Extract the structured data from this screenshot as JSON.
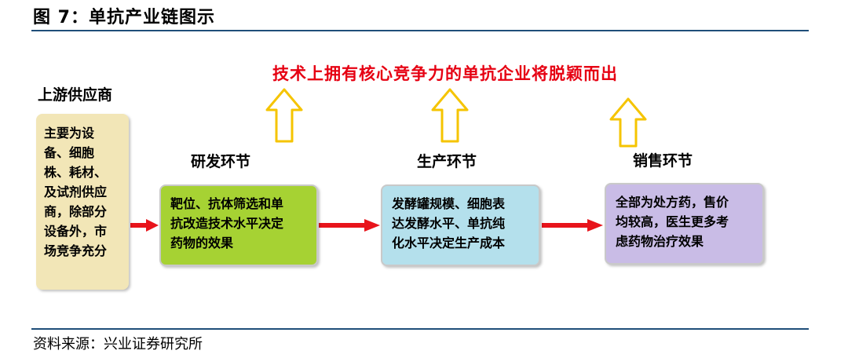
{
  "figure": {
    "title": "图 7：单抗产业链图示"
  },
  "headline": "技术上拥有核心竞争力的单抗企业将脱颖而出",
  "upstream": {
    "label": "上游供应商",
    "lines": [
      "主要为设",
      "备、细胞",
      "株、耗材、",
      "及试剂供应",
      "商，除部分",
      "设备外，市",
      "场竞争充分"
    ]
  },
  "rd": {
    "label": "研发环节",
    "lines": [
      "靶位、抗体筛选和单",
      "抗改造技术水平决定",
      "药物的效果"
    ]
  },
  "production": {
    "label": "生产环节",
    "lines": [
      "发酵罐规模、细胞表",
      "达发酵水平、单抗纯",
      "化水平决定生产成本"
    ]
  },
  "sales": {
    "label": "销售环节",
    "lines": [
      "全部为处方药，售价",
      "均较高，医生更多考",
      "虑药物治疗效果"
    ]
  },
  "source": "资料来源：兴业证券研究所",
  "colors": {
    "headline": "#e60012",
    "arrow_red": "#e8141b",
    "arrow_yellow": "#f5c400",
    "upstream_fill": "#f2e6b7",
    "rd_fill": "#a6d233",
    "production_fill": "#b4e0ec",
    "sales_fill": "#c9bce6",
    "rule": "#1f4e79"
  }
}
